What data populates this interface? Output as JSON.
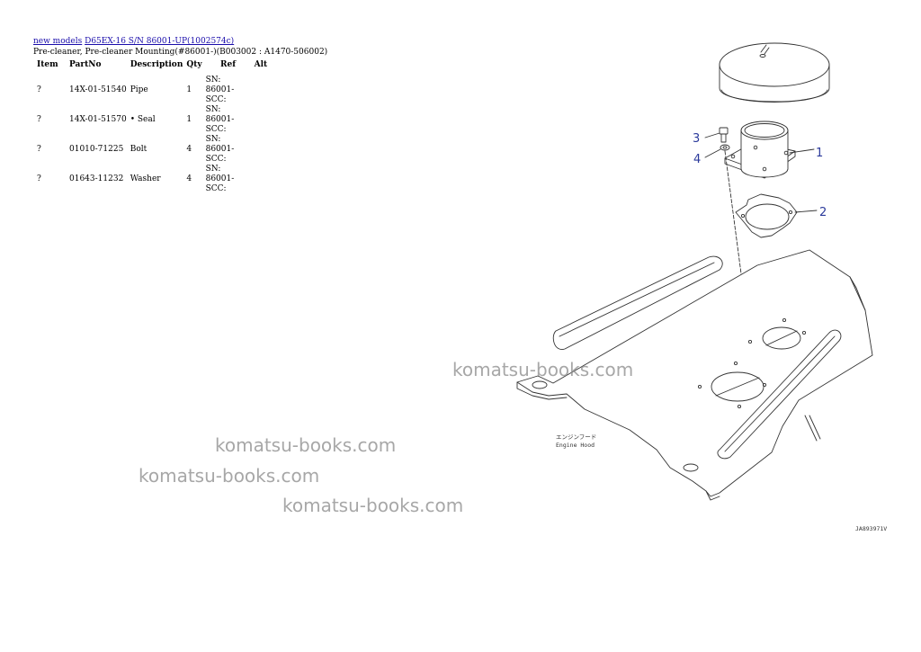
{
  "breadcrumb": {
    "link1": "new models",
    "link2": "D65EX-16 S/N 86001-UP(1002574c)"
  },
  "subtitle": "Pre-cleaner, Pre-cleaner Mounting(#86001-)(B003002 : A1470-506002)",
  "table": {
    "headers": {
      "item": "Item",
      "partno": "PartNo",
      "description": "Description",
      "qty": "Qty",
      "ref": "Ref",
      "alt": "Alt"
    },
    "rows": [
      {
        "item": "?",
        "partno": "14X-01-51540",
        "description": "Pipe",
        "qty": "1",
        "ref": "SN: 86001-SCC:"
      },
      {
        "item": "?",
        "partno": "14X-01-51570",
        "description": "• Seal",
        "qty": "1",
        "ref": "SN: 86001-SCC:"
      },
      {
        "item": "?",
        "partno": "01010-71225",
        "description": "Bolt",
        "qty": "4",
        "ref": "SN: 86001-SCC:"
      },
      {
        "item": "?",
        "partno": "01643-11232",
        "description": "Washer",
        "qty": "4",
        "ref": "SN: 86001-SCC:"
      }
    ]
  },
  "diagram": {
    "callouts": [
      "1",
      "2",
      "3",
      "4"
    ],
    "engine_hood_jp": "エンジンフード",
    "engine_hood_en": "Engine Hood",
    "figure_code": "JA893971V",
    "callout_color": "#2b3a9b"
  },
  "watermarks": [
    "komatsu-books.com",
    "komatsu-books.com",
    "komatsu-books.com",
    "komatsu-books.com"
  ]
}
